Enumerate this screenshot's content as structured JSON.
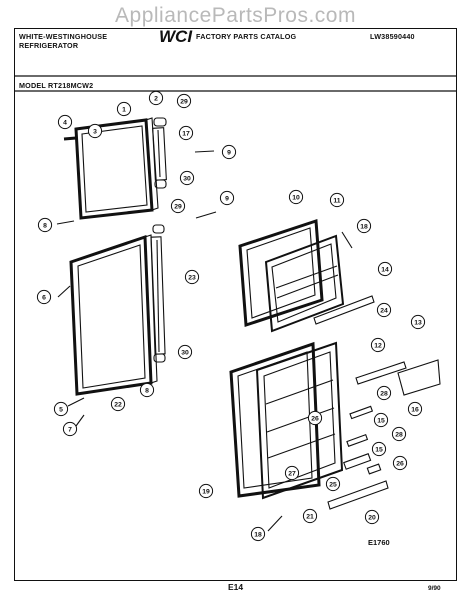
{
  "watermark": "AppliancePartsPros.com",
  "header": {
    "brand_line1": "WHITE-WESTINGHOUSE",
    "brand_line2": "REFRIGERATOR",
    "logo_text": "WCI",
    "catalog_title": "FACTORY PARTS CATALOG",
    "catalog_number": "LW38590440",
    "model_label": "MODEL RT218MCW2"
  },
  "footer": {
    "figure_code": "E1760",
    "page_code": "E14",
    "date_code": "9/90"
  },
  "callouts": [
    "1",
    "2",
    "3",
    "4",
    "5",
    "6",
    "7",
    "8",
    "9",
    "10",
    "11",
    "12",
    "13",
    "14",
    "15",
    "16",
    "17",
    "18",
    "19",
    "20",
    "21",
    "22",
    "23",
    "24",
    "25",
    "26",
    "27",
    "28",
    "29",
    "30"
  ],
  "colors": {
    "ink": "#111111",
    "watermark": "#b9b9b9",
    "paper": "#ffffff"
  }
}
